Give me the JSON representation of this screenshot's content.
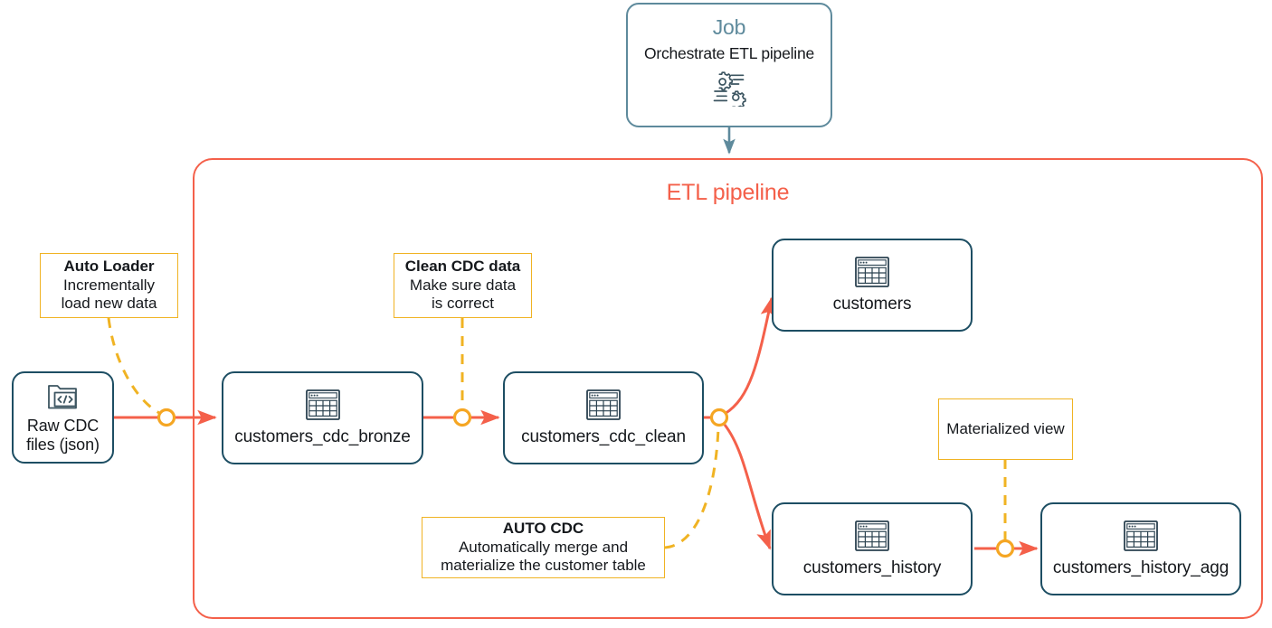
{
  "job": {
    "title": "Job",
    "subtitle": "Orchestrate ETL pipeline",
    "icon": "gears-workflow-icon",
    "border_color": "#5E8A9C",
    "title_color": "#5E8A9C"
  },
  "pipeline": {
    "title": "ETL pipeline",
    "color": "#F4604A"
  },
  "nodes": [
    {
      "id": "raw-cdc-files",
      "label_line1": "Raw CDC",
      "label_line2": "files (json)",
      "icon": "folder-code-icon"
    },
    {
      "id": "customers-cdc-bronze",
      "label": "customers_cdc_bronze",
      "icon": "table-icon"
    },
    {
      "id": "customers-cdc-clean",
      "label": "customers_cdc_clean",
      "icon": "table-icon"
    },
    {
      "id": "customers",
      "label": "customers",
      "icon": "table-icon"
    },
    {
      "id": "customers-history",
      "label": "customers_history",
      "icon": "table-icon"
    },
    {
      "id": "customers-history-agg",
      "label": "customers_history_agg",
      "icon": "table-icon"
    }
  ],
  "notes": [
    {
      "id": "auto-loader",
      "lines": [
        "Auto Loader",
        "Incrementally",
        "load new data"
      ],
      "bold_first": true
    },
    {
      "id": "clean-cdc-data",
      "lines": [
        "Clean CDC data",
        "Make sure data",
        "is correct"
      ],
      "bold_first": true
    },
    {
      "id": "auto-cdc",
      "lines": [
        "AUTO CDC",
        "Automatically merge and",
        "materialize the customer table"
      ],
      "bold_first": true
    },
    {
      "id": "materialized-view",
      "lines": [
        "Materialized view"
      ],
      "bold_first": false
    }
  ],
  "colors": {
    "node_border": "#1D4E63",
    "flow_arrow": "#F4604A",
    "annotation": "#F0B323",
    "job_accent": "#5E8A9C",
    "text": "#15181c"
  }
}
